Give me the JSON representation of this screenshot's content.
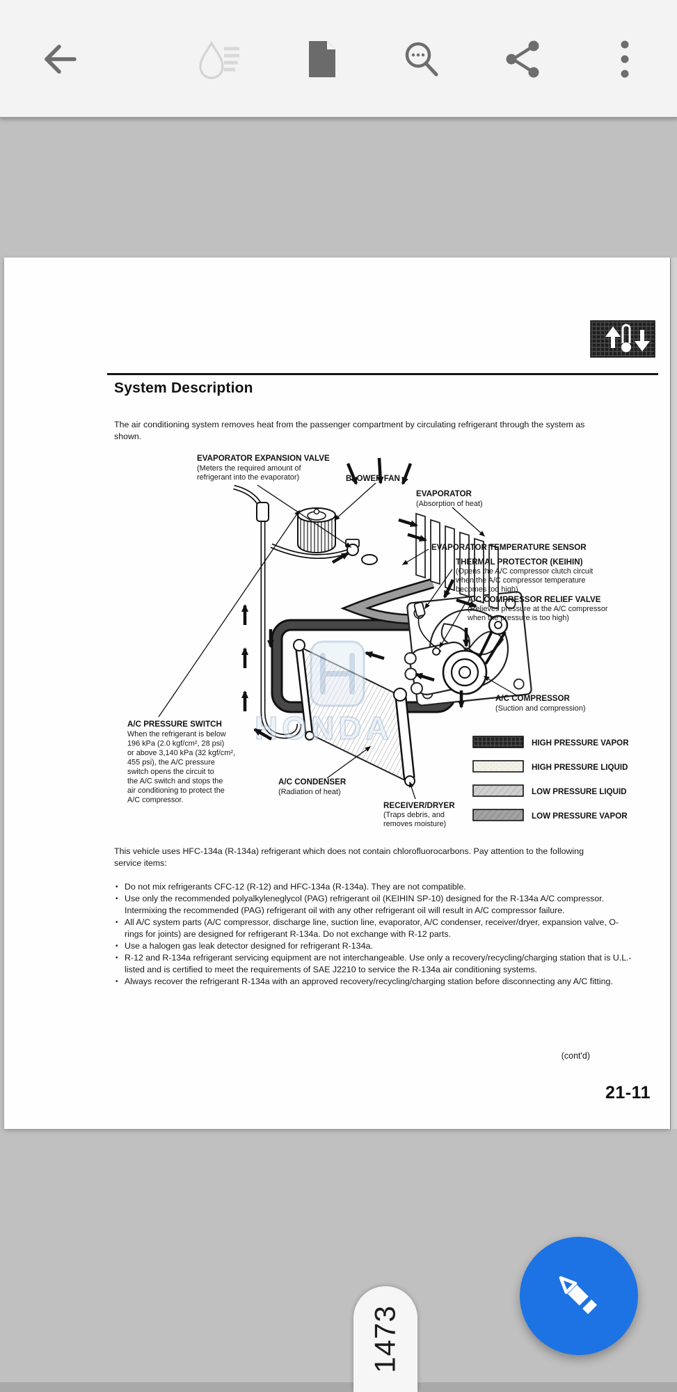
{
  "toolbar": {
    "back": "back-arrow",
    "annotate_disabled": "ink-highlight-icon",
    "pages": "document-page-icon",
    "search": "search-in-document-icon",
    "share": "share-icon",
    "overflow": "more-options-icon"
  },
  "page": {
    "section_icon": "temperature-arrows-icon",
    "title": "System Description",
    "intro": "The air conditioning system removes heat from the passenger compartment by circulating refrigerant through the system as shown.",
    "service_intro": "This vehicle uses HFC-134a (R-134a) refrigerant which does not contain chlorofluorocarbons. Pay attention to the following service items:",
    "bullets": [
      "Do not mix refrigerants CFC-12 (R-12) and HFC-134a (R-134a). They are not compatible.",
      "Use only the recommended polyalkyleneglycol (PAG) refrigerant oil (KEIHIN SP-10) designed for the R-134a A/C compressor. Intermixing the recommended (PAG) refrigerant oil with any other refrigerant oil will result in A/C compressor failure.",
      "All A/C system parts (A/C compressor, discharge line, suction line, evaporator, A/C condenser, receiver/dryer, expansion valve, O-rings for joints) are designed for refrigerant R-134a. Do not exchange with R-12 parts.",
      "Use a halogen gas leak detector designed for refrigerant R-134a.",
      "R-12 and R-134a refrigerant servicing equipment are not interchangeable. Use only a recovery/recycling/charging station that is U.L.-listed and is certified to meet the requirements of SAE J2210 to service the R-134a air conditioning systems.",
      "Always recover the refrigerant R-134a with an approved recovery/recycling/charging station before disconnecting any A/C fitting."
    ],
    "contd": "(cont'd)",
    "page_number": "21-11",
    "watermark": "HONDA",
    "diagram": {
      "labels": {
        "expansion_valve": {
          "t": "EVAPORATOR EXPANSION VALVE",
          "l1": "(Meters the required amount of",
          "l2": "refrigerant into the evaporator)"
        },
        "blower_fan": {
          "t": "BLOWER FAN"
        },
        "evaporator": {
          "t": "EVAPORATOR",
          "l1": "(Absorption of heat)"
        },
        "evap_temp_sensor": {
          "t": "EVAPORATOR TEMPERATURE SENSOR"
        },
        "thermal_protector": {
          "t": "THERMAL PROTECTOR (KEIHIN)",
          "l1": "(Opens the A/C compressor clutch circuit",
          "l2": "when the A/C compressor temperature",
          "l3": "becomes too high)"
        },
        "relief_valve": {
          "t": "A/C COMPRESSOR RELIEF VALVE",
          "l1": "(Relieves pressure at the A/C compressor",
          "l2": "when the pressure is too high)"
        },
        "compressor": {
          "t": "A/C COMPRESSOR",
          "l1": "(Suction and compression)"
        },
        "pressure_switch": {
          "t": "A/C PRESSURE SWITCH",
          "lines": [
            "When the refrigerant is below",
            "196 kPa (2.0 kgf/cm², 28 psi)",
            "or above 3,140 kPa (32 kgf/cm²,",
            "455 psi), the A/C pressure",
            "switch opens the circuit to",
            "the A/C switch and stops the",
            "air conditioning to protect the",
            "A/C compressor."
          ]
        },
        "condenser": {
          "t": "A/C CONDENSER",
          "l1": "(Radiation of heat)"
        },
        "receiver_dryer": {
          "t": "RECEIVER/DRYER",
          "l1": "(Traps debris, and",
          "l2": "removes moisture)"
        }
      },
      "legend_labels": [
        "HIGH PRESSURE VAPOR",
        "HIGH PRESSURE LIQUID",
        "LOW PRESSURE LIQUID",
        "LOW PRESSURE VAPOR"
      ]
    }
  },
  "fab": {
    "icon": "pencil-icon",
    "color": "#1d73e3"
  },
  "scrubber": {
    "page": "1473"
  }
}
